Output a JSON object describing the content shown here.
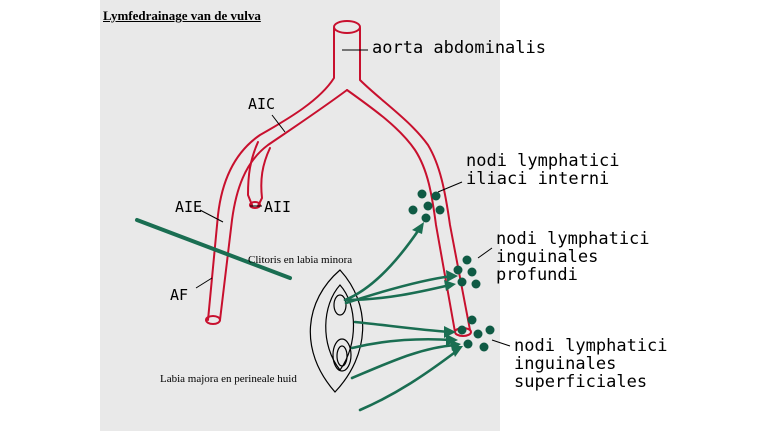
{
  "title": "Lymfedrainage van de vulva",
  "labels": {
    "aorta": "aorta abdominalis",
    "aic": "AIC",
    "aie": "AIE",
    "aii": "AII",
    "af": "AF",
    "clitoris": "Clitoris en labia minora",
    "labia": "Labia majora en perineale huid",
    "iliaci_line1": "nodi lymphatici",
    "iliaci_line2": "iliaci interni",
    "profundi_line1": "nodi lymphatici",
    "profundi_line2": "inguinales",
    "profundi_line3": "profundi",
    "superf_line1": "nodi lymphatici",
    "superf_line2": "inguinales",
    "superf_line3": "superficiales"
  },
  "colors": {
    "background_panel": "#e8e8e8",
    "artery": "#c8102e",
    "lymph": "#1a6e52",
    "node": "#0f5a44"
  }
}
